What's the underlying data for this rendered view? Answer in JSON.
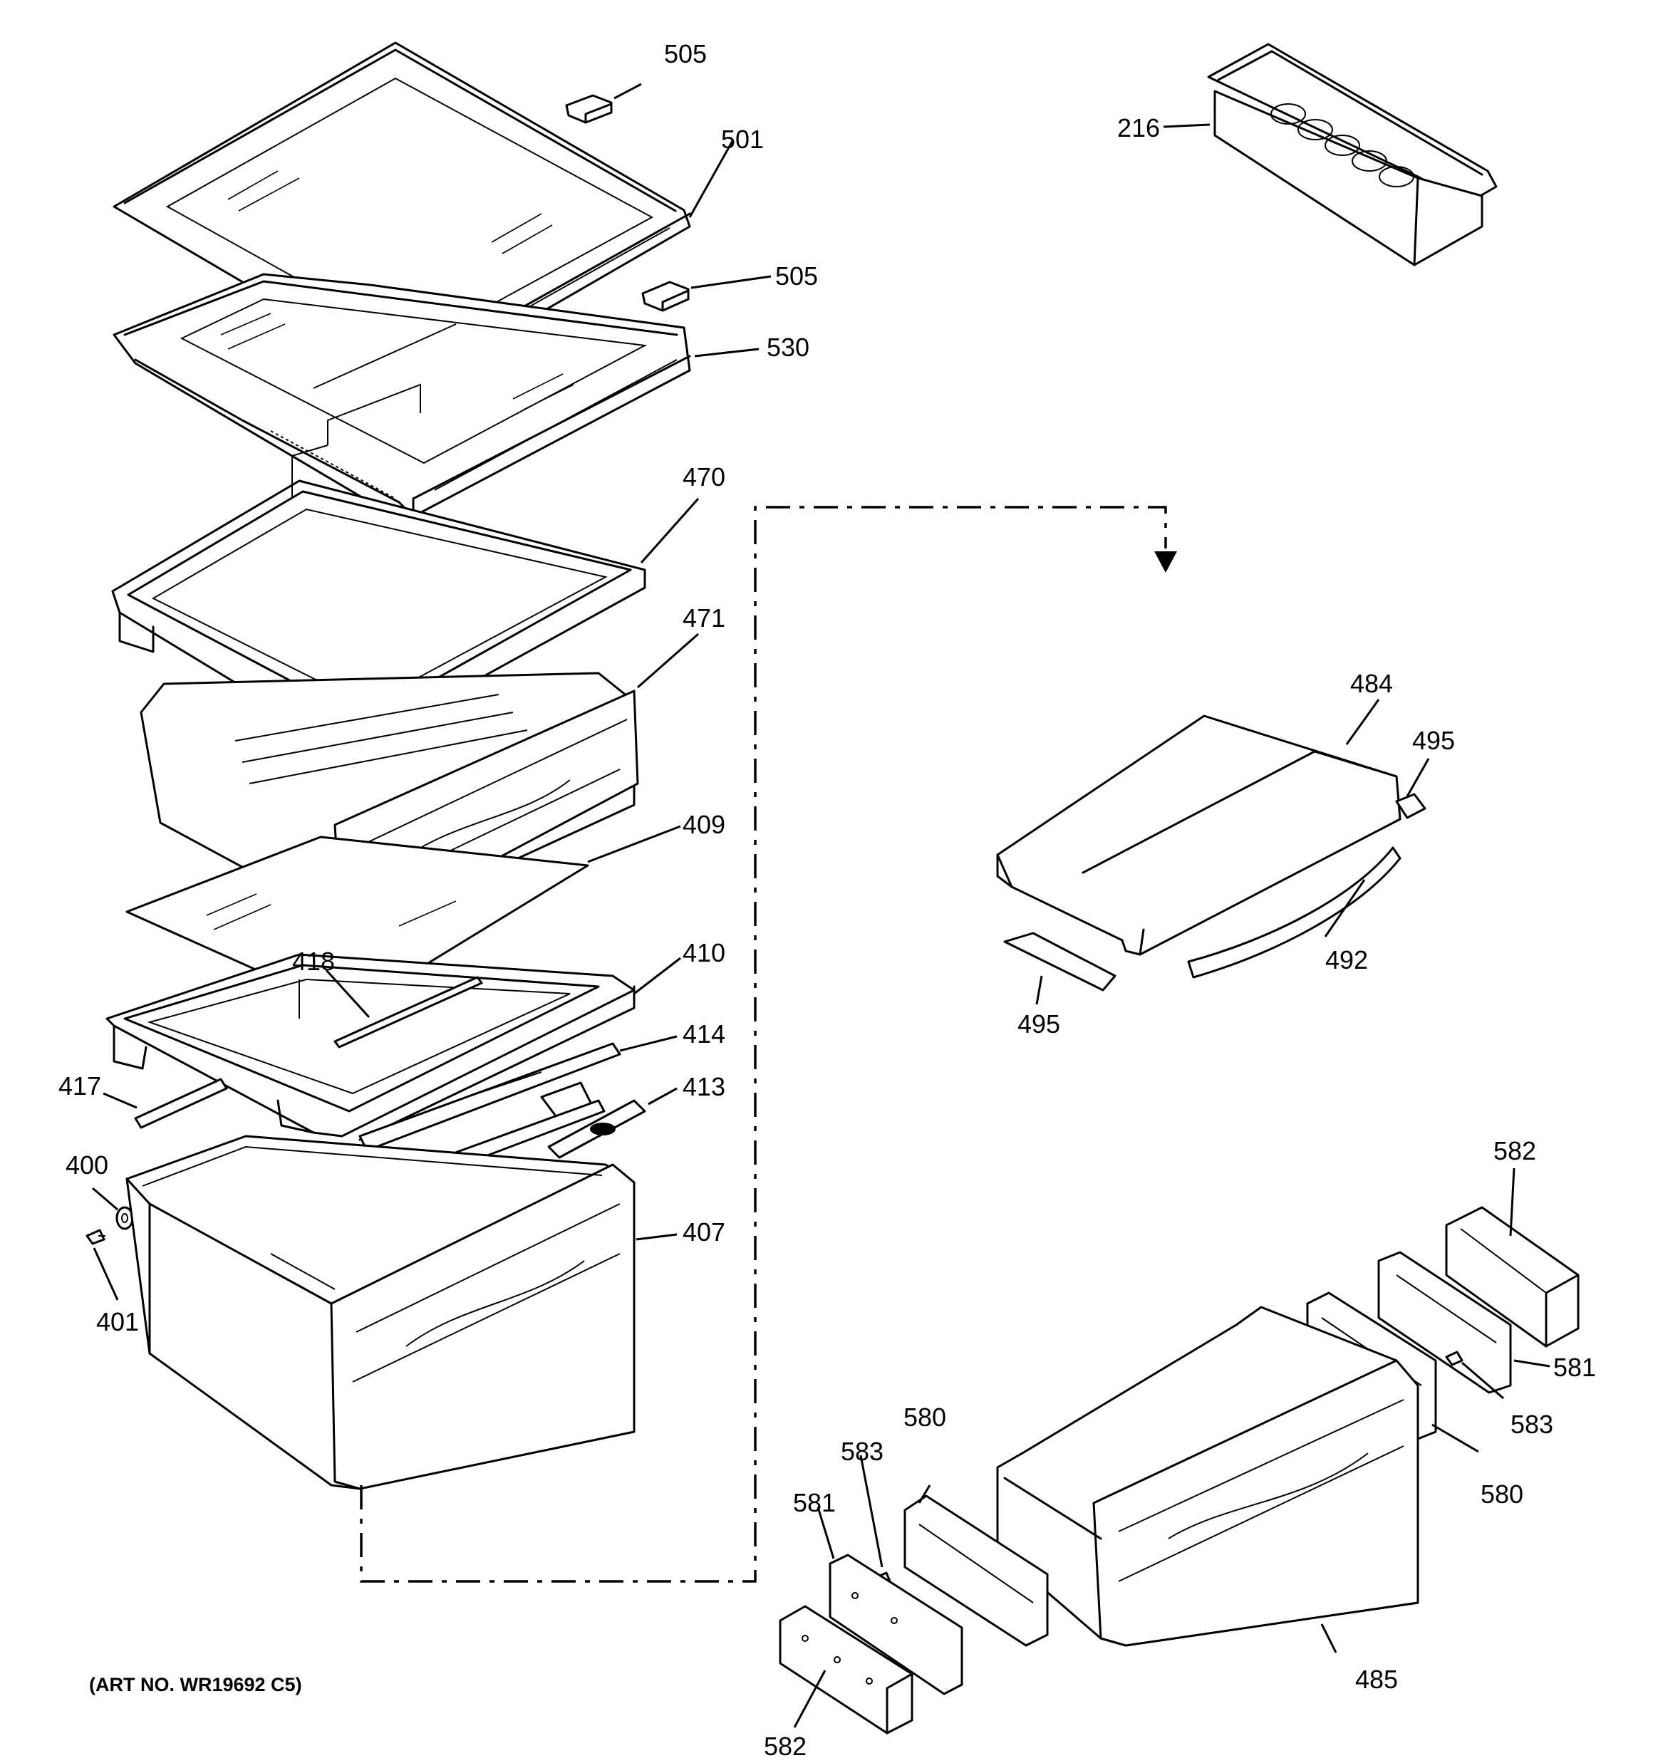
{
  "art_number": "(ART NO. WR19692 C5)",
  "callouts": {
    "c216": "216",
    "c505a": "505",
    "c501": "501",
    "c505b": "505",
    "c530": "530",
    "c470": "470",
    "c471": "471",
    "c409": "409",
    "c418": "418",
    "c410": "410",
    "c414": "414",
    "c417": "417",
    "c413": "413",
    "c400": "400",
    "c401": "401",
    "c407": "407",
    "c484": "484",
    "c495a": "495",
    "c492": "492",
    "c495b": "495",
    "c582a": "582",
    "c581a": "581",
    "c583a": "583",
    "c580a": "580",
    "c580b": "580",
    "c583b": "583",
    "c581b": "581",
    "c582b": "582",
    "c485": "485"
  }
}
